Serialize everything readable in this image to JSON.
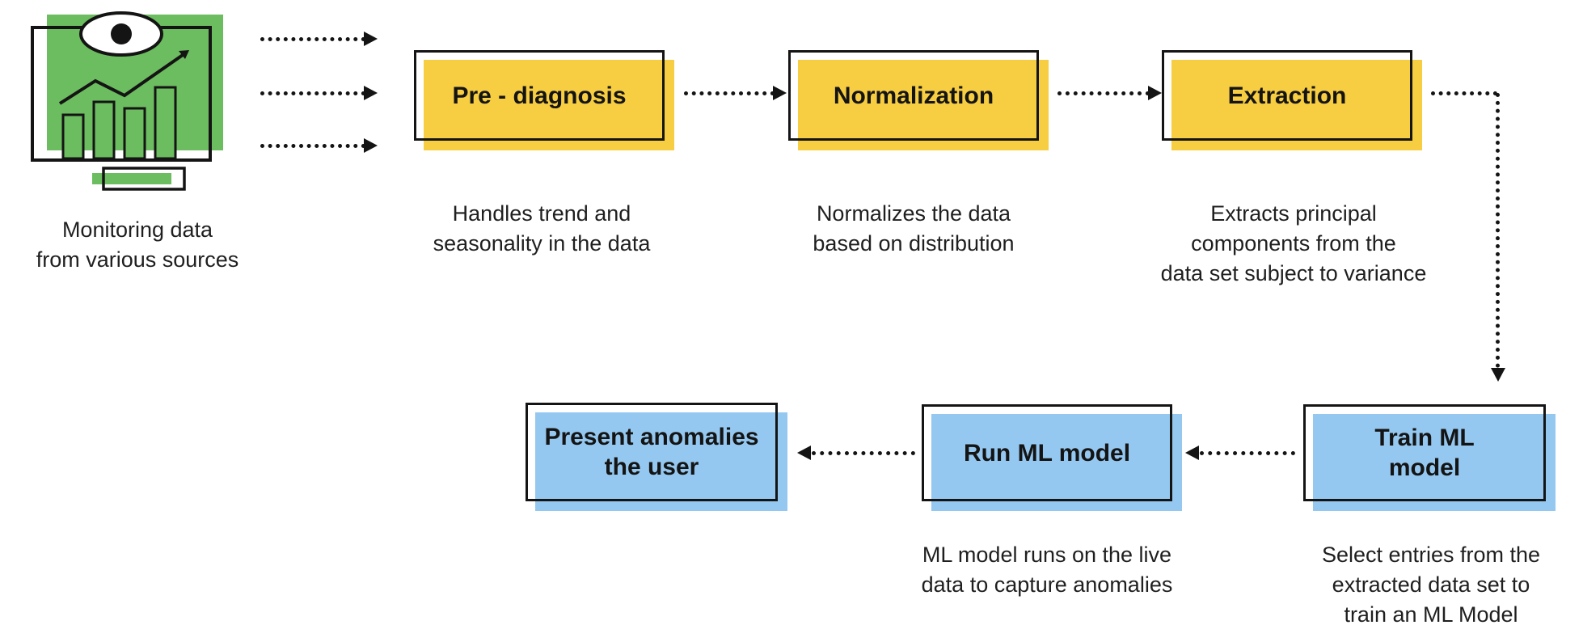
{
  "colors": {
    "yellow": "#F7CD41",
    "blue": "#95C8F0",
    "green": "#6CBD5F",
    "ink": "#141414",
    "text": "#1F1F1F"
  },
  "source": {
    "label": "Monitoring data\nfrom various sources",
    "icon": "monitoring-eye-chart-icon"
  },
  "stages": [
    {
      "id": "pre-diagnosis",
      "label": "Pre - diagnosis",
      "caption": "Handles trend and\nseasonality in the data",
      "color": "#F7CD41"
    },
    {
      "id": "normalization",
      "label": "Normalization",
      "caption": "Normalizes the data\nbased on distribution",
      "color": "#F7CD41"
    },
    {
      "id": "extraction",
      "label": "Extraction",
      "caption": "Extracts principal\ncomponents from the\ndata set subject to variance",
      "color": "#F7CD41"
    },
    {
      "id": "train-ml-model",
      "label": "Train ML\nmodel",
      "caption": "Select entries from the\nextracted data set to\ntrain an ML Model",
      "color": "#95C8F0"
    },
    {
      "id": "run-ml-model",
      "label": "Run ML model",
      "caption": "ML model runs on the live\ndata to capture anomalies",
      "color": "#95C8F0"
    },
    {
      "id": "present-anomalies",
      "label": "Present anomalies\nthe user",
      "caption": "",
      "color": "#95C8F0"
    }
  ]
}
